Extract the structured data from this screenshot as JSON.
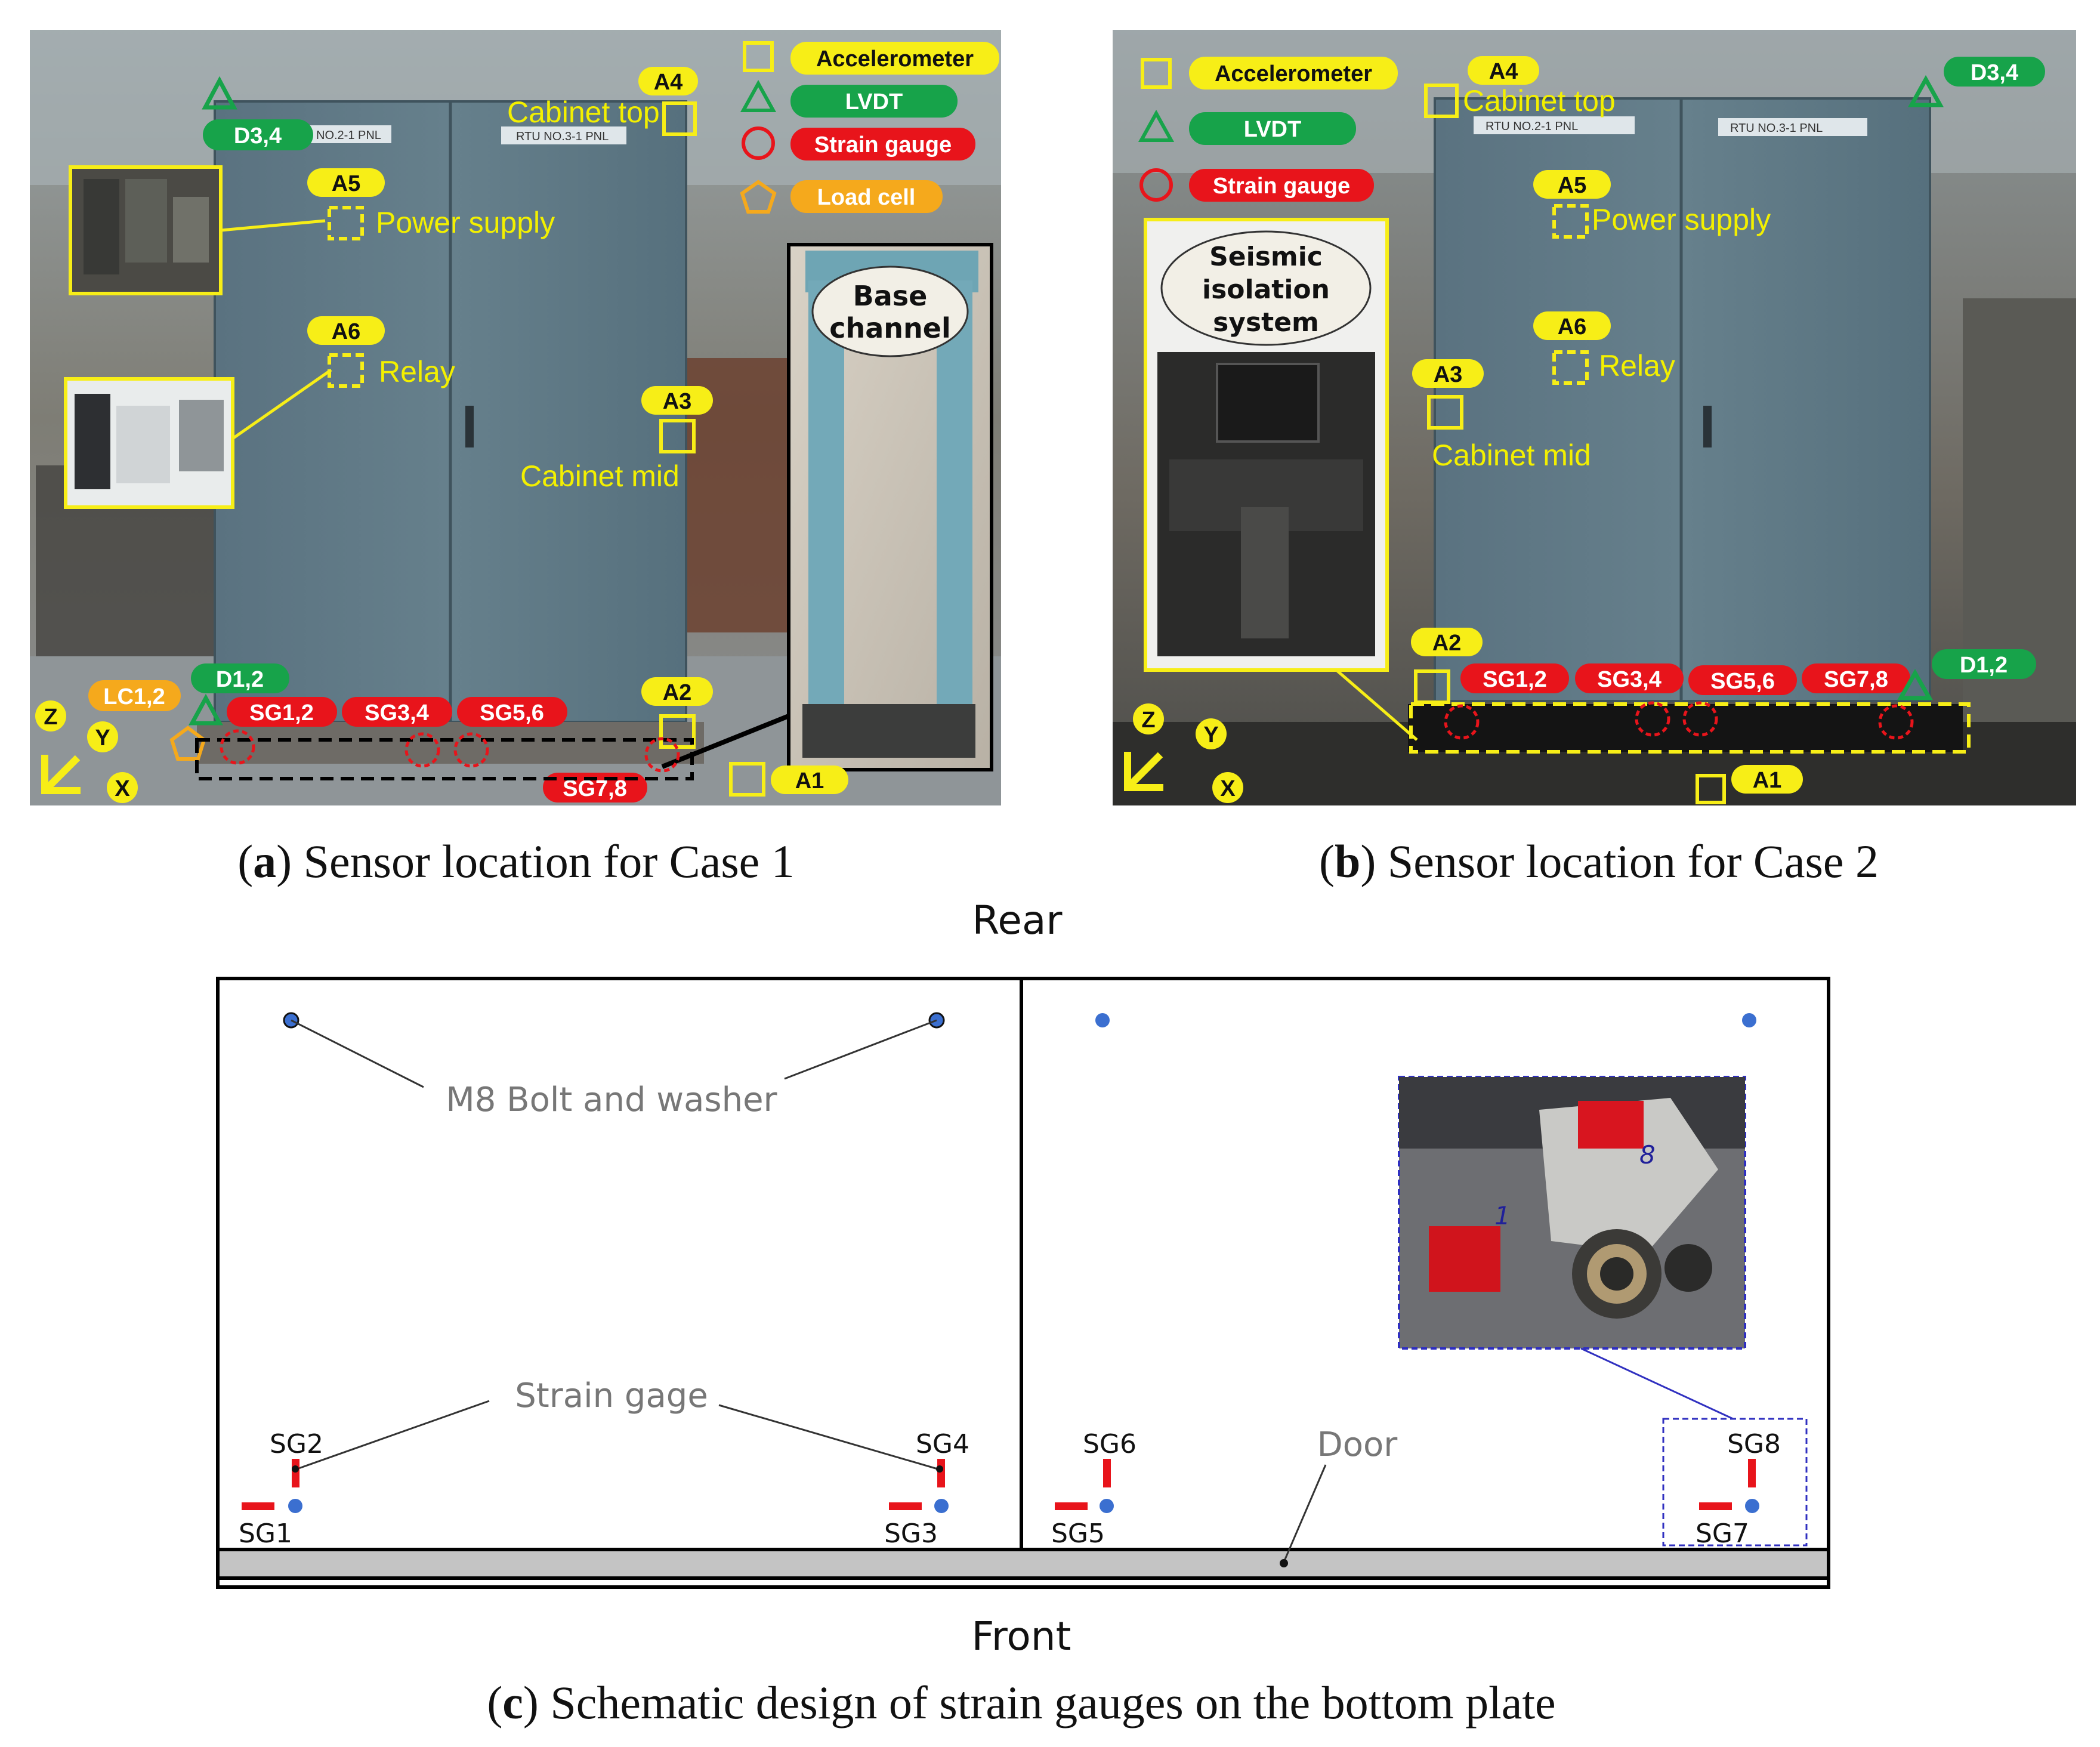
{
  "captions": {
    "a": {
      "letter": "a",
      "pre": "(",
      "post": ") Sensor location for Case 1"
    },
    "b": {
      "letter": "b",
      "pre": "(",
      "post": ") Sensor location for Case 2"
    },
    "c": {
      "letter": "c",
      "pre": "(",
      "post": ") Schematic design of strain gauges on the bottom plate"
    }
  },
  "legend": {
    "accelerometer": "Accelerometer",
    "lvdt": "LVDT",
    "strain_gauge": "Strain gauge",
    "load_cell": "Load cell"
  },
  "panel_a": {
    "plates": [
      "NO.2-1 PNL",
      "RTU NO.3-1 PNL"
    ],
    "a4": "A4",
    "cabinet_top": "Cabinet top",
    "d34": "D3,4",
    "a5": "A5",
    "power_supply": "Power supply",
    "a6": "A6",
    "relay": "Relay",
    "a3": "A3",
    "cabinet_mid": "Cabinet mid",
    "a2": "A2",
    "a1": "A1",
    "d12": "D1,2",
    "lc12": "LC1,2",
    "sg12": "SG1,2",
    "sg34": "SG3,4",
    "sg56": "SG5,6",
    "sg78": "SG7,8",
    "base_channel": [
      "Base",
      "channel"
    ],
    "axes": {
      "z": "Z",
      "y": "Y",
      "x": "X"
    }
  },
  "panel_b": {
    "plates": [
      "RTU NO.2-1 PNL",
      "RTU NO.3-1 PNL"
    ],
    "a4": "A4",
    "cabinet_top": "Cabinet top",
    "d34": "D3,4",
    "a5": "A5",
    "power_supply": "Power supply",
    "a6": "A6",
    "relay": "Relay",
    "a3": "A3",
    "cabinet_mid": "Cabinet mid",
    "a2": "A2",
    "a1": "A1",
    "d12": "D1,2",
    "sg12": "SG1,2",
    "sg34": "SG3,4",
    "sg56": "SG5,6",
    "sg78": "SG7,8",
    "seismic": [
      "Seismic",
      "isolation",
      "system"
    ],
    "axes": {
      "z": "Z",
      "y": "Y",
      "x": "X"
    }
  },
  "panel_c": {
    "rear": "Rear",
    "front": "Front",
    "bolt_label": "M8 Bolt and washer",
    "strain_label": "Strain gage",
    "door_label": "Door",
    "sg": [
      "SG1",
      "SG2",
      "SG3",
      "SG4",
      "SG5",
      "SG6",
      "SG7",
      "SG8"
    ],
    "photo_marks": [
      "8",
      "1"
    ]
  },
  "colors": {
    "yellow": "#f7ee17",
    "green": "#17a34a",
    "red": "#e8141b",
    "orange": "#f5a91c",
    "cabinet": "#5f7784",
    "bolt": "#3b6fd0"
  }
}
